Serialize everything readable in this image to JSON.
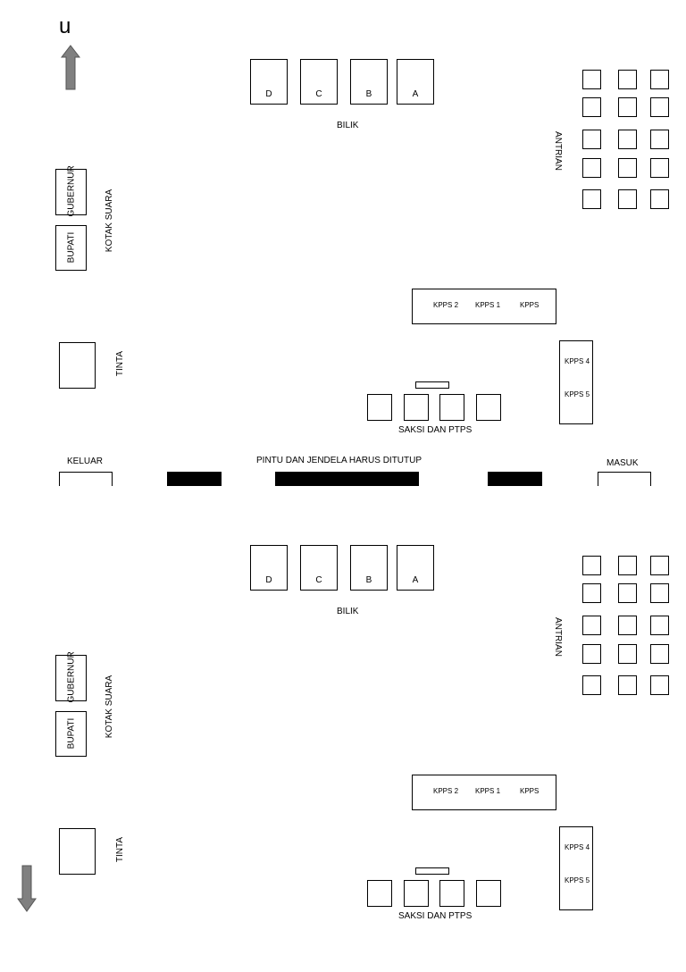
{
  "north_label": "u",
  "booths": {
    "items": [
      "D",
      "C",
      "B",
      "A"
    ],
    "caption": "BILIK"
  },
  "queue": {
    "label": "ANTRIAN",
    "rows": 5,
    "cols": 3
  },
  "ballot_boxes": {
    "label": "KOTAK SUARA",
    "items": [
      "GUBERNUR",
      "BUPATI"
    ]
  },
  "ink": {
    "label": "TINTA"
  },
  "kpps_table": {
    "items": [
      "KPPS 2",
      "KPPS 1",
      "KPPS"
    ]
  },
  "kpps_side": {
    "items": [
      "KPPS 4",
      "KPPS 5"
    ]
  },
  "witnesses": {
    "label": "SAKSI DAN PTPS"
  },
  "exit_label": "KELUAR",
  "entry_label": "MASUK",
  "notice": "PINTU DAN JENDELA HARUS DITUTUP",
  "colors": {
    "arrow": "#808080",
    "arrow_stroke": "#555555",
    "wall": "#000000"
  }
}
